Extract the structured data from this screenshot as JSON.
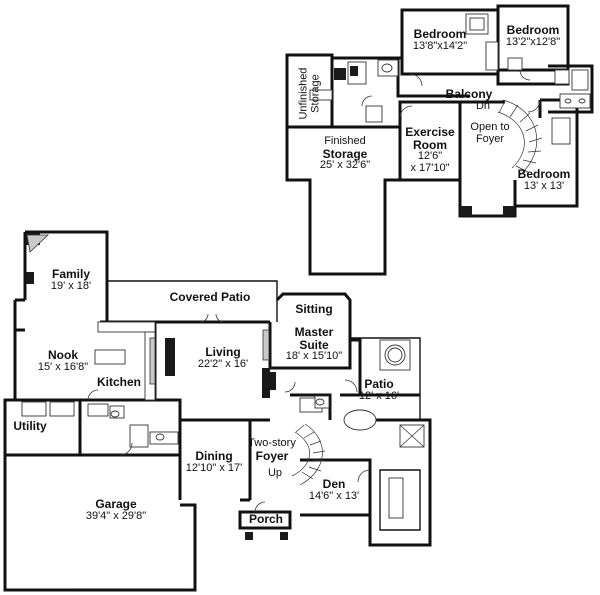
{
  "upper_floor": {
    "bedroom_a": {
      "name": "Bedroom",
      "dims": "13'8\"x14'2\""
    },
    "bedroom_b": {
      "name": "Bedroom",
      "dims": "13'2\"x12'8\""
    },
    "bedroom_c": {
      "name": "Bedroom",
      "dims": "13' x 13'"
    },
    "balcony": {
      "name": "Balcony",
      "stair_note": "Dn"
    },
    "open_to_foyer": {
      "line1": "Open to",
      "line2": "Foyer"
    },
    "exercise_room": {
      "name_line1": "Exercise",
      "name_line2": "Room",
      "dims_line1": "12'6\"",
      "dims_line2": "x 17'10\""
    },
    "finished_storage": {
      "line1": "Finished",
      "name": "Storage",
      "dims": "25' x 32'6\""
    },
    "unfinished_storage": {
      "line1": "Unfinished",
      "line2": "Storage"
    }
  },
  "main_floor": {
    "family": {
      "name": "Family",
      "dims": "19' x 18'"
    },
    "covered_patio": {
      "name": "Covered Patio"
    },
    "sitting": {
      "name": "Sitting"
    },
    "master_suite": {
      "name_line1": "Master",
      "name_line2": "Suite",
      "dims": "18' x 15'10\""
    },
    "nook": {
      "name": "Nook",
      "dims": "15' x 16'8\""
    },
    "kitchen": {
      "name": "Kitchen"
    },
    "living": {
      "name": "Living",
      "dims": "22'2\" x 16'"
    },
    "patio": {
      "name": "Patio",
      "dims": "12' x 16'"
    },
    "utility": {
      "name": "Utility"
    },
    "two_story_foyer": {
      "line1": "Two-story",
      "name": "Foyer",
      "stair_note": "Up"
    },
    "dining": {
      "name": "Dining",
      "dims": "12'10\" x 17'"
    },
    "den": {
      "name": "Den",
      "dims": "14'6\" x 13'"
    },
    "garage": {
      "name": "Garage",
      "dims": "39'4\" x 29'8\""
    },
    "porch": {
      "name": "Porch"
    }
  }
}
